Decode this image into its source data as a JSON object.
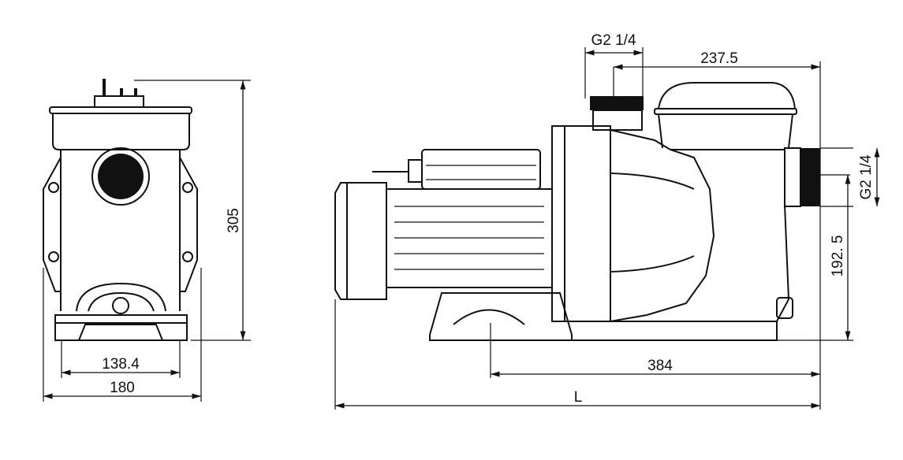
{
  "drawing": {
    "front_view": {
      "height_dim": "305",
      "inner_width_dim": "138.4",
      "outer_width_dim": "180"
    },
    "side_view": {
      "outlet_thread": "G2 1/4",
      "outlet_to_end_dim": "237.5",
      "inlet_thread": "G2 1/4",
      "inlet_height_dim": "192. 5",
      "base_dim": "384",
      "overall_length": "L"
    }
  }
}
